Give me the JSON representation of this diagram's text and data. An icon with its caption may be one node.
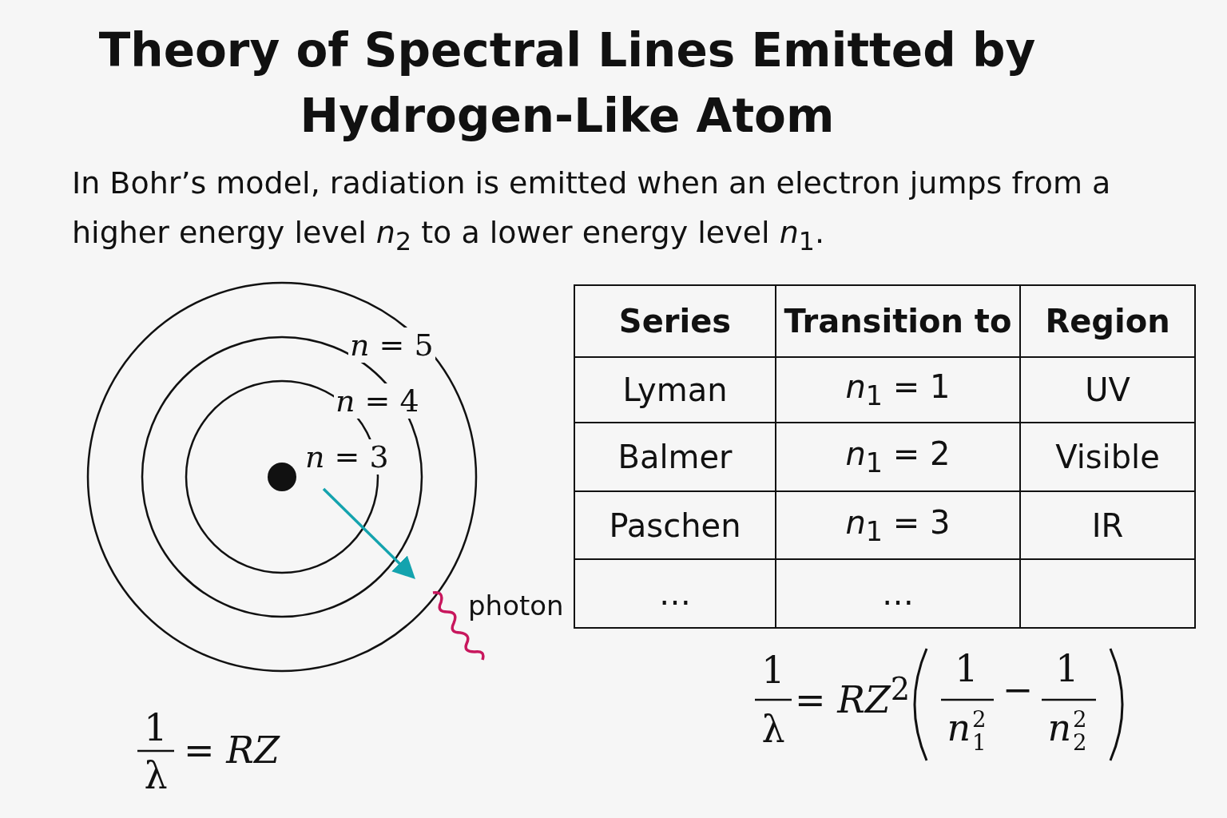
{
  "diagram": {
    "title": "Theory of Spectral Lines Emitted by Hydrogen-Like Atom",
    "caption": "In Bohr’s model, radiation is emitted when an electron jumps from a higher energy level *n*$_{2}$ to a lower energy level *n*$_{1}$.",
    "labels": [
      "*n* = 5",
      "*n* = 4",
      "*n* = 3",
      "photon",
      "Series",
      "Transition to",
      "Region",
      "Lyman",
      "*n*$_{1}$ = 1",
      "UV",
      "Balmer",
      "*n*$_{1}$ = 2",
      "Visible",
      "Paschen",
      "*n*$_{1}$ = 3",
      "IR",
      "…",
      "…",
      "1",
      "λ",
      "= *RZ*$^{2}$",
      "1",
      "*n*$^{2}$$_{1}$",
      "−",
      "1",
      "*n*$^{2}$$_{2}$",
      "1",
      "λ",
      "= *RZ*"
    ]
  }
}
